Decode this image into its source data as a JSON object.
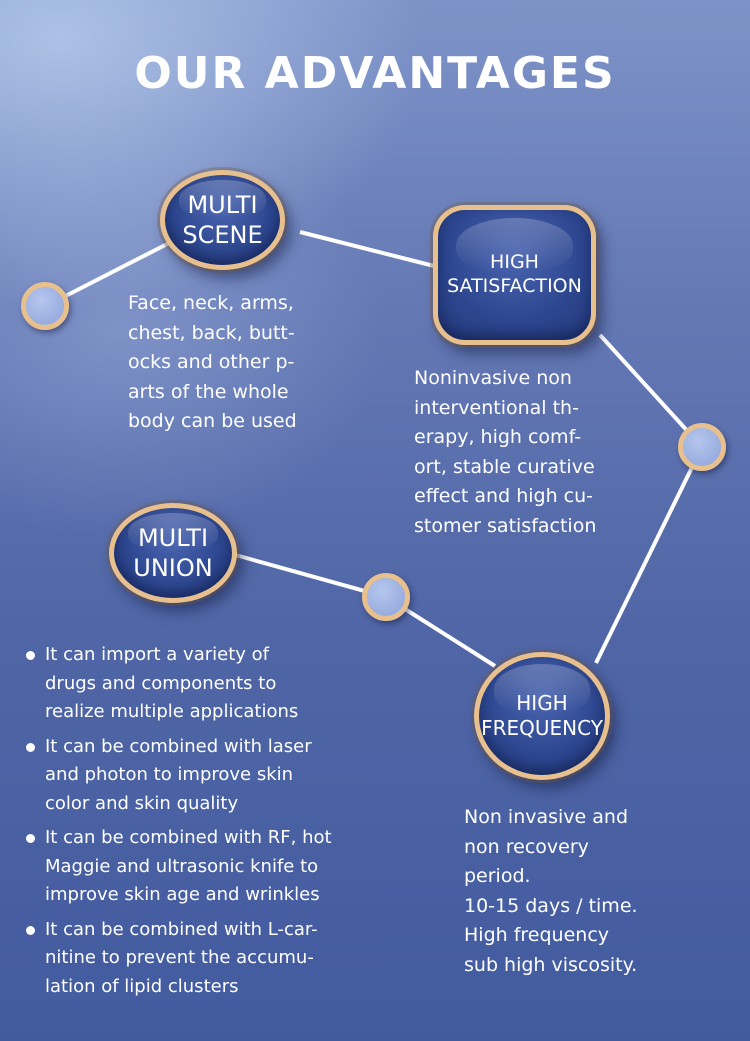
{
  "title": "OUR ADVANTAGES",
  "colors": {
    "ring": "#e7c08e",
    "node_fill": "#2e4891",
    "background": "#5066a6",
    "connector": "#ffffff"
  },
  "nodes": {
    "multi_scene": {
      "line1": "MULTI",
      "line2": "SCENE"
    },
    "high_satisfaction": {
      "line1": "HIGH",
      "line2": "SATISFACTION"
    },
    "multi_union": {
      "line1": "MULTI",
      "line2": "UNION"
    },
    "high_frequency": {
      "line1": "HIGH",
      "line2": "FREQUENCY"
    }
  },
  "descriptions": {
    "multi_scene": [
      "Face, neck, arms,",
      "chest, back, butt-",
      "ocks and other p-",
      "arts of the whole",
      "body can be used"
    ],
    "high_satisfaction": [
      "Noninvasive non",
      "interventional th-",
      "erapy, high comf-",
      "ort, stable curative",
      "effect and high cu-",
      "stomer satisfaction"
    ],
    "high_frequency": [
      "Non invasive and",
      "non recovery",
      "period.",
      "10-15 days / time.",
      "High frequency",
      "sub high viscosity."
    ],
    "multi_union": [
      [
        "It can import a variety of",
        "drugs and components to",
        "realize multiple applications"
      ],
      [
        "It can be combined with laser",
        "and photon to improve skin",
        "color and skin quality"
      ],
      [
        "It can be combined with RF, hot",
        "Maggie and ultrasonic knife to",
        "improve skin age and wrinkles"
      ],
      [
        "It can be combined with L-car-",
        "nitine to prevent the accumu-",
        "lation of lipid clusters"
      ]
    ]
  }
}
